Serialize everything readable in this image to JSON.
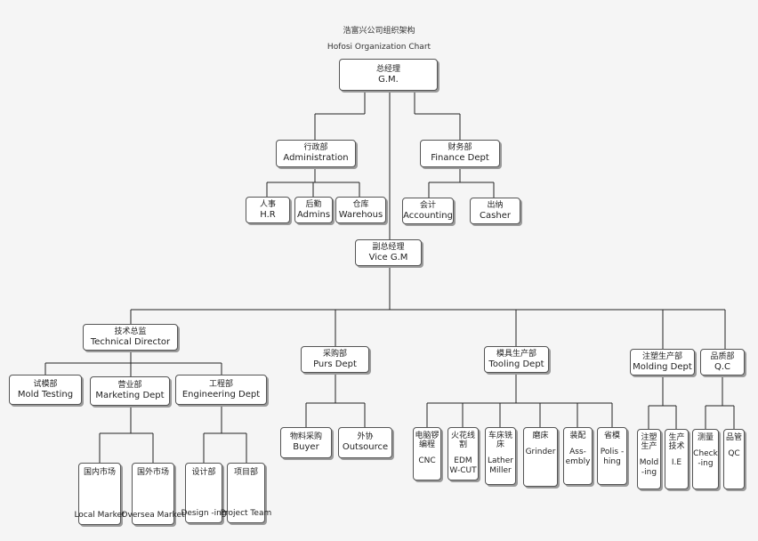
{
  "title_cn": "浩富兴公司组织架构",
  "title_en": "Hofosi Organization Chart",
  "colors": {
    "line": "#222222",
    "box_border": "#555555",
    "box_bg": "#ffffff",
    "background": "#f5f5f5"
  },
  "nodes": {
    "gm": {
      "cn": "总经理",
      "en": "G.M."
    },
    "admin": {
      "cn": "行政部",
      "en": "Administration"
    },
    "finance": {
      "cn": "财务部",
      "en": "Finance Dept"
    },
    "hr": {
      "cn": "人事",
      "en": "H.R"
    },
    "admins": {
      "cn": "后勤",
      "en": "Admins"
    },
    "warehouse": {
      "cn": "仓库",
      "en": "Warehous"
    },
    "accounting": {
      "cn": "会计",
      "en": "Accounting"
    },
    "casher": {
      "cn": "出纳",
      "en": "Casher"
    },
    "vgm": {
      "cn": "副总经理",
      "en": "Vice G.M"
    },
    "tech": {
      "cn": "技术总监",
      "en": "Technical Director"
    },
    "purs": {
      "cn": "采购部",
      "en": "Purs Dept"
    },
    "tooling": {
      "cn": "模具生产部",
      "en": "Tooling Dept"
    },
    "molding": {
      "cn": "注塑生产部",
      "en": "Molding Dept"
    },
    "qc_dept": {
      "cn": "品质部",
      "en": "Q.C"
    },
    "moldtest": {
      "cn": "试模部",
      "en": "Mold Testing"
    },
    "marketing": {
      "cn": "营业部",
      "en": "Marketing Dept"
    },
    "engineering": {
      "cn": "工程部",
      "en": "Engineering Dept"
    },
    "local": {
      "cn": "国内市场",
      "en": "Local Market"
    },
    "oversea": {
      "cn": "国外市场",
      "en": "Oversea Market"
    },
    "design": {
      "cn": "设计部",
      "en": "Design -ing"
    },
    "project": {
      "cn": "项目部",
      "en": "Project Team"
    },
    "buyer": {
      "cn": "物料采购",
      "en": "Buyer"
    },
    "outsource": {
      "cn": "外协",
      "en": "Outsource"
    },
    "cnc": {
      "cn": "电脑锣编程",
      "en": "CNC"
    },
    "edm": {
      "cn": "火花线割",
      "en": "EDM W-CUT"
    },
    "lather": {
      "cn": "车床铣床",
      "en": "Lather Miller"
    },
    "grinder": {
      "cn": "磨床",
      "en": "Grinder"
    },
    "assembly": {
      "cn": "装配",
      "en": "Ass- embly"
    },
    "polishing": {
      "cn": "省模",
      "en": "Polis -hing"
    },
    "moldinjob": {
      "cn": "注塑生产",
      "en": "Mold -ing"
    },
    "ie": {
      "cn": "生产技术",
      "en": "I.E"
    },
    "checking": {
      "cn": "测量",
      "en": "Check -ing"
    },
    "qc": {
      "cn": "品管",
      "en": "QC"
    }
  }
}
